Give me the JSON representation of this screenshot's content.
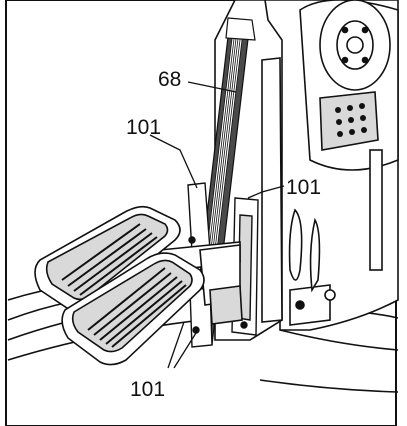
{
  "callouts": {
    "part_68": "68",
    "part_101_top_left": "101",
    "part_101_right": "101",
    "part_101_bottom": "101"
  },
  "colors": {
    "line": "#111111",
    "panel_gray": "#d9d9d9",
    "dark_gray": "#4a4a4a",
    "background": "#ffffff"
  }
}
